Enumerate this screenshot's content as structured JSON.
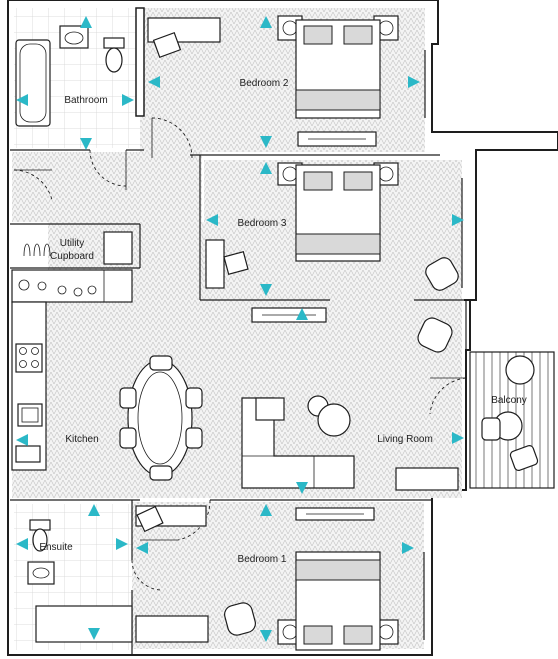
{
  "rooms": {
    "bathroom": "Bathroom",
    "bedroom2": "Bedroom 2",
    "bedroom3": "Bedroom 3",
    "utility": [
      "Utility",
      "Cupboard"
    ],
    "kitchen": "Kitchen",
    "living": "Living Room",
    "balcony": "Balcony",
    "ensuite": "Ensuite",
    "bedroom1": "Bedroom 1"
  },
  "colors": {
    "arrow": "#2bb8c7",
    "wall": "#1e1e1e",
    "floor_hatch": "#c9c9c9",
    "furniture_fill": "#ffffff",
    "bedding": "#d9d9d9"
  },
  "icons": {
    "view_arrow": "triangle-arrow",
    "door": "door-swing-arc"
  }
}
